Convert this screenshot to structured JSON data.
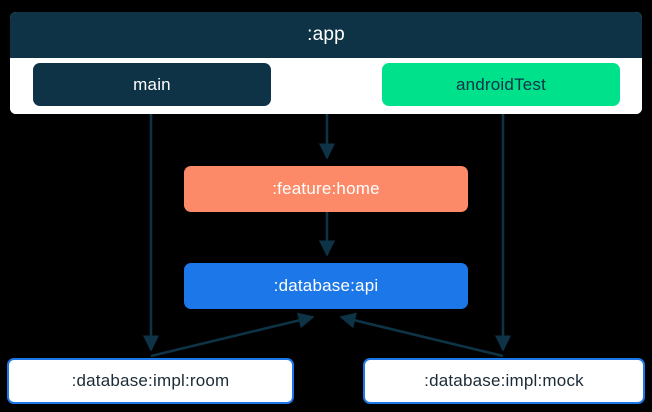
{
  "graph": {
    "type": "dependency-graph",
    "background_color": "#000000",
    "edge_color": "#0E3346",
    "cluster": {
      "title": ":app",
      "header_color": "#0E3346",
      "body_color": "#ffffff",
      "nodes": [
        {
          "id": "main",
          "label": "main",
          "fill": "#0E3346",
          "text_color": "#ffffff"
        },
        {
          "id": "androidTest",
          "label": "androidTest",
          "fill": "#00E18C",
          "text_color": "#0E3346"
        }
      ]
    },
    "nodes": [
      {
        "id": "feature-home",
        "label": ":feature:home",
        "fill": "#FC8A68",
        "text_color": "#ffffff"
      },
      {
        "id": "database-api",
        "label": ":database:api",
        "fill": "#1C77E8",
        "text_color": "#ffffff"
      },
      {
        "id": "database-impl-room",
        "label": ":database:impl:room",
        "fill": "#ffffff",
        "text_color": "#1b2b36",
        "border": "#1C77E8"
      },
      {
        "id": "database-impl-mock",
        "label": ":database:impl:mock",
        "fill": "#ffffff",
        "text_color": "#1b2b36",
        "border": "#1C77E8"
      }
    ],
    "edges": [
      {
        "from": "app",
        "to": "feature-home"
      },
      {
        "from": "main",
        "to": "database-impl-room"
      },
      {
        "from": "androidTest",
        "to": "database-impl-mock"
      },
      {
        "from": "feature-home",
        "to": "database-api"
      },
      {
        "from": "database-impl-room",
        "to": "database-api"
      },
      {
        "from": "database-impl-mock",
        "to": "database-api"
      }
    ]
  }
}
